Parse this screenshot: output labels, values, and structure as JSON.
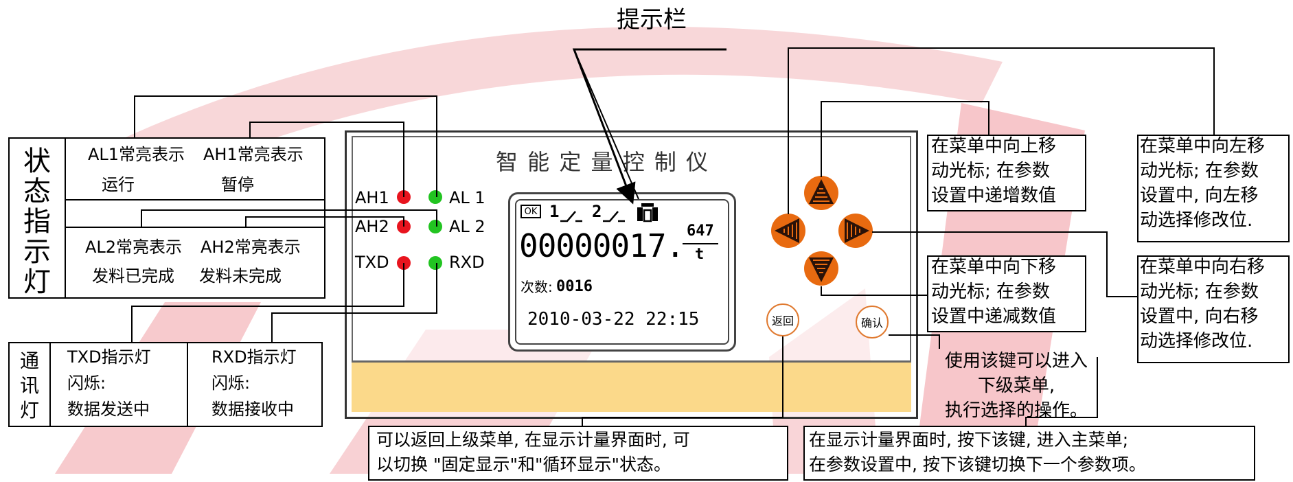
{
  "hint_bar_label": "提示栏",
  "status_lights": {
    "side_label": "状态指示灯",
    "al1_text": "AL1常亮表示",
    "al1_meaning": "运行",
    "ah1_text": "AH1常亮表示",
    "ah1_meaning": "暂停",
    "al2_text": "AL2常亮表示",
    "al2_meaning": "发料已完成",
    "ah2_text": "AH2常亮表示",
    "ah2_meaning": "发料未完成"
  },
  "comm_lights": {
    "side_label": "通讯灯",
    "txd_title": "TXD指示灯",
    "txd_flash": "闪烁:",
    "txd_meaning": "数据发送中",
    "rxd_title": "RXD指示灯",
    "rxd_flash": "闪烁:",
    "rxd_meaning": "数据接收中"
  },
  "device": {
    "title": "智 能 定 量 控 制 仪",
    "indicators": {
      "ah1": "AH1",
      "al1": "AL 1",
      "ah2": "AH2",
      "al2": "AL 2",
      "txd": "TXD",
      "rxd": "RXD"
    },
    "lcd": {
      "ok": "OK",
      "switch1": "1",
      "switch2": "2",
      "counter": "00000017.",
      "rate_top": "647",
      "rate_bottom": "t",
      "times_label": "次数:",
      "times_value": "0016",
      "datetime": "2010-03-22 22:15"
    },
    "back_button": "返回",
    "confirm_button": "确认"
  },
  "notes": {
    "up_l1": "在菜单中向上移",
    "up_l2": "动光标; 在参数",
    "up_l3": "设置中递增数值",
    "down_l1": "在菜单中向下移",
    "down_l2": "动光标; 在参数",
    "down_l3": "设置中递减数值",
    "left_l1": "在菜单中向左移",
    "left_l2": "动光标; 在参数",
    "left_l3": "设置中, 向左移",
    "left_l4": "动选择修改位.",
    "right_l1": "在菜单中向右移",
    "right_l2": "动光标; 在参数",
    "right_l3": "设置中, 向右移",
    "right_l4": "动选择修改位.",
    "confirm_l1": "使用该键可以进入",
    "confirm_l2": "下级菜单,",
    "confirm_l3": "执行选择的操作。",
    "back_l1": "可以返回上级菜单, 在显示计量界面时, 可",
    "back_l2": "以切换 \"固定显示\"和\"循环显示\"状态。",
    "main_l1": "在显示计量界面时, 按下该键, 进入主菜单;",
    "main_l2": "在参数设置中, 按下该键切换下一个参数项。"
  },
  "colors": {
    "red_led": "#e8141e",
    "green_led": "#22c421",
    "orange": "#e86a10",
    "hint_bar": "#fbd98a",
    "watermark": "#f2b9bd"
  }
}
